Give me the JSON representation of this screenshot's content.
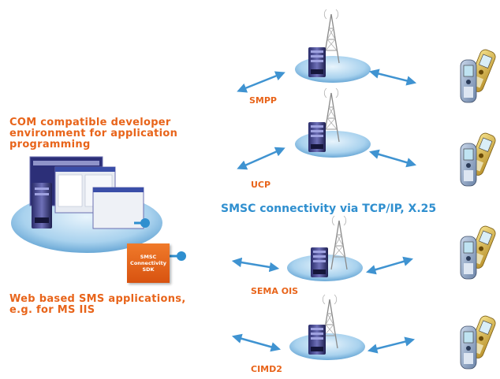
{
  "left_text": {
    "developer_line1": "COM compatible developer",
    "developer_line2": "environment for application",
    "developer_line3": "programming",
    "web_line1": "Web based SMS applications,",
    "web_line2": "e.g. for MS IIS"
  },
  "sdk_box": {
    "line1": "SMSC",
    "line2": "Connectivity",
    "line3": "SDK"
  },
  "center_title": "SMSC connectivity via TCP/IP, X.25",
  "protocols": {
    "p1": "SMPP",
    "p2": "UCP",
    "p3": "SEMA OIS",
    "p4": "CIMD2"
  },
  "colors": {
    "accent_orange": "#e8641a",
    "title_blue": "#2f8fcf",
    "arrow_blue": "#3f93d1",
    "disk_blue": "#9fcbea"
  }
}
